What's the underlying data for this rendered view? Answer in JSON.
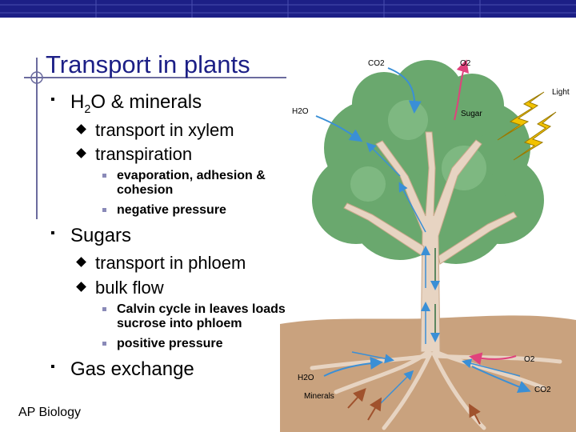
{
  "header": {
    "bar_color": "#1c1f86"
  },
  "title": "Transport in plants",
  "sections": {
    "water": {
      "pre": "H",
      "sub": "2",
      "post": "O & minerals",
      "items": [
        "transport in xylem",
        "transpiration"
      ],
      "details": [
        "evaporation, adhesion & cohesion",
        "negative pressure"
      ]
    },
    "sugars": {
      "label": "Sugars",
      "items": [
        "transport in phloem",
        "bulk flow"
      ],
      "details": [
        "Calvin cycle in leaves loads sucrose into phloem",
        "positive pressure"
      ]
    },
    "gas": {
      "label": "Gas exchange"
    }
  },
  "figure": {
    "co2_top": "CO2",
    "o2_top": "O2",
    "light": "Light",
    "h2o_left": "H2O",
    "sugar": "Sugar",
    "o2_soil": "O2",
    "h2o_soil": "H2O",
    "minerals": "Minerals",
    "co2_soil": "CO2"
  },
  "footer": "AP Biology",
  "colors": {
    "title": "#1c1f86",
    "foliage": "#6aa86e",
    "trunk": "#e7d4c2",
    "soil": "#c9a27e",
    "arrow": "#3a8fd6",
    "arrow_pink": "#e0427c",
    "light": "#f2c200"
  }
}
